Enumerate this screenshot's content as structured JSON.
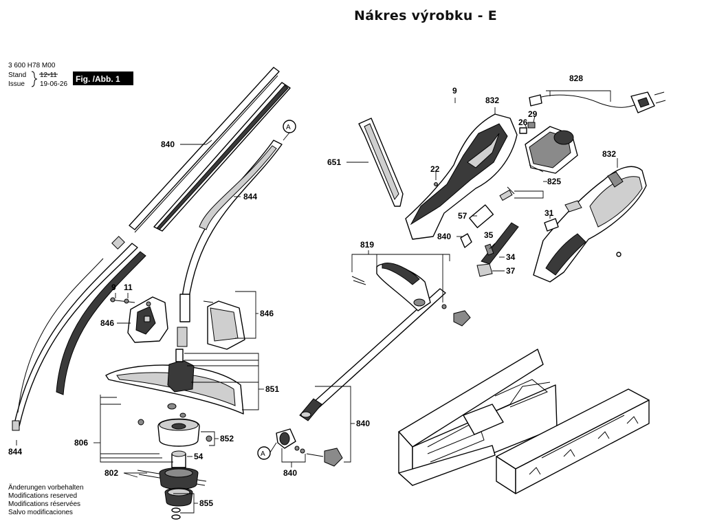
{
  "title": "Nákres výrobku - E",
  "header": {
    "part_no": "3 600 H78 M00",
    "stand_label": "Stand",
    "stand_value": "12-11",
    "issue_label": "Issue",
    "issue_value": "19-06-26",
    "fig_label": "Fig. /Abb. 1"
  },
  "disclaimer": [
    "Änderungen vorbehalten",
    "Modifications reserved",
    "Modifications réservées",
    "Salvo modificaciones"
  ],
  "callouts": {
    "a": "A",
    "l840": "840",
    "l844": "844",
    "l846": "846",
    "l851": "851",
    "l852": "852",
    "l54": "54",
    "l806": "806",
    "l802": "802",
    "l855": "855",
    "l9": "9",
    "l11": "11",
    "l832": "832",
    "l828": "828",
    "l29": "29",
    "l26": "26",
    "l22": "22",
    "l651": "651",
    "l825": "825",
    "l57": "57",
    "l31": "31",
    "l35": "35",
    "l34": "34",
    "l37": "37",
    "l819": "819"
  },
  "colors": {
    "ink": "#000000",
    "shade_dark": "#3a3a3a",
    "shade_mid": "#8a8a8a",
    "shade_light": "#cfcfcf"
  }
}
